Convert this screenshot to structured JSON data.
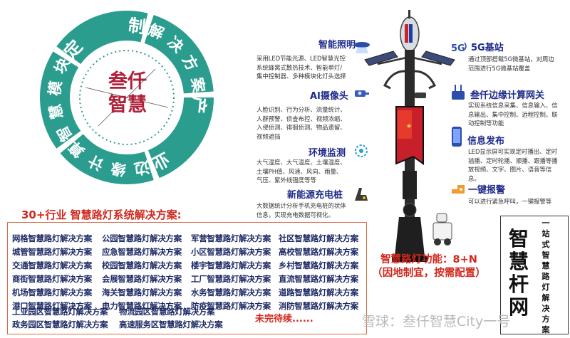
{
  "ring": {
    "segments": [
      "定制",
      "解决方案",
      "产业",
      "边缘计算",
      "智慧模块"
    ],
    "center_line1": "叁仟",
    "center_line2": "智慧"
  },
  "industry": {
    "title": "30+行业 智慧路灯系统解决方案:",
    "solutions": [
      "网格智慧路灯解决方案",
      "公园智慧路灯解决方案",
      "军营智慧路灯解决方案",
      "社区智慧路灯解决方案",
      "城管智慧路灯解决方案",
      "应急智慧路灯解决方案",
      "小区智慧路灯解决方案",
      "高校智慧路灯解决方案",
      "交通智慧路灯解决方案",
      "校园智慧路灯解决方案",
      "楼宇智慧路灯解决方案",
      "乡村智慧路灯解决方案",
      "商街智慧路灯解决方案",
      "会展智慧路灯解决方案",
      "工厂智慧路灯解决方案",
      "直流智慧路灯解决方案",
      "机场智慧路灯解决方案",
      "海关智慧路灯解决方案",
      "水务智慧路灯解决方案",
      "道路智慧路灯解决方案",
      "港口智慧路灯解决方案",
      "电力智慧路灯解决方案",
      "防疫智慧路灯解决方案",
      "消防智慧路灯解决方案",
      "工业园区智慧路灯解决方案",
      "物流园区智慧路灯解决方案",
      "政务园区智慧路灯解决方案",
      "高速服务区智慧路灯解决方案"
    ],
    "to_be_continued": "未完待续......"
  },
  "features_left": [
    {
      "title": "智能照明",
      "icon": "ufo-light-icon",
      "desc": [
        "采用LED节能光源、LED智慧光控",
        "系统蜂窝式散热技术、智能单灯/",
        "集中控制器、多种模块化灯头选择"
      ]
    },
    {
      "title": "AI摄像头",
      "icon": "camera-icon",
      "desc": [
        "人脸识别、行为分析、流量统计、",
        "人群预警、侦查布控、视频浓缩、",
        "入侵侦测、徘徊侦测、物品遗留、",
        "视频遮挡"
      ]
    },
    {
      "title": "环境监测",
      "icon": "sensor-icon",
      "desc": [
        "大气湿度、大气温度、土壤湿度、",
        "土壤PH值、风速、风向、雨量、",
        "气压、紫外线强度等等"
      ]
    },
    {
      "title": "新能源充电桩",
      "icon": "charger-icon",
      "desc": [
        "大数据统计分析手机充电桩的状体",
        "信息，实现充电数据可视化。"
      ]
    }
  ],
  "features_right": [
    {
      "title": "5G基站",
      "icon": "5g-icon",
      "desc": [
        "通过顶部搭载5G微基站，对周边",
        "范围进行5G微基站覆盖"
      ]
    },
    {
      "title": "叁仟边缘计算网关",
      "icon": "gateway-icon",
      "desc": [
        "实现系统信息采集、信息输入、信",
        "息输出、集中控制、远程控制、联",
        "动控制等功能"
      ]
    },
    {
      "title": "信息发布",
      "icon": "phone-icon",
      "desc": [
        "LED显示屏可实现定时播出、定时",
        "插播、定时轮播、顺播、跟播等播",
        "放视频、文字、图片、语音等信",
        "息。"
      ]
    },
    {
      "title": "一键报警",
      "icon": "alarm-icon",
      "desc": [
        "可以进行紧急呼叫，一键报警等"
      ]
    }
  ],
  "function": {
    "line1": "智慧路灯功能：8+N",
    "line2": "（因地制宜，按需配置）"
  },
  "onestop": {
    "big": "智慧杆网",
    "small": "一站式智慧路灯解决方案"
  },
  "watermark": "雪球：叁仟智慧City一号",
  "colors": {
    "teal": "#2a9d8f",
    "navy": "#1e2a8a",
    "red": "#d0271d"
  }
}
